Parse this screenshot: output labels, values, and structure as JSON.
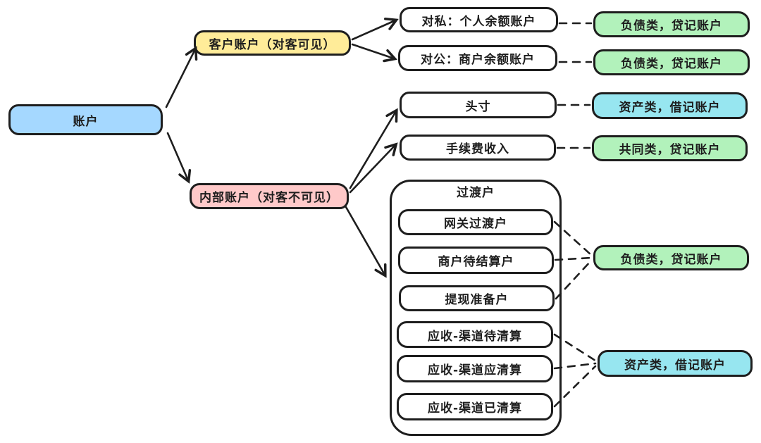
{
  "colors": {
    "background": "#ffffff",
    "stroke": "#1e1e1e",
    "root_fill": "#a5d8ff",
    "customer_fill": "#ffec99",
    "internal_fill": "#ffc9c9",
    "liability_fill": "#b2f2bb",
    "asset_fill": "#97e6f0"
  },
  "nodes": {
    "root": "账户",
    "customer_account": "客户账户（对客可见）",
    "internal_account": "内部账户（对客不可见）",
    "personal_balance": "对私：个人余额账户",
    "merchant_balance": "对公：商户余额账户",
    "position": "头寸",
    "fee_income": "手续费收入",
    "transition_group": "过渡户",
    "gateway_transition": "网关过渡户",
    "merchant_pending_settlement": "商户待结算户",
    "withdrawal_reserve": "提现准备户",
    "receivable_channel_pending": "应收-渠道待清算",
    "receivable_channel_due": "应收-渠道应清算",
    "receivable_channel_cleared": "应收-渠道已清算",
    "liability_credit_top1": "负债类，贷记账户",
    "liability_credit_top2": "负债类，贷记账户",
    "asset_debit_top": "资产类，借记账户",
    "common_credit": "共同类，贷记账户",
    "liability_credit_bottom": "负债类，贷记账户",
    "asset_debit_bottom": "资产类，借记账户"
  },
  "edges": {
    "solid": [
      [
        "root",
        "customer_account"
      ],
      [
        "root",
        "internal_account"
      ],
      [
        "customer_account",
        "personal_balance"
      ],
      [
        "customer_account",
        "merchant_balance"
      ],
      [
        "internal_account",
        "position"
      ],
      [
        "internal_account",
        "fee_income"
      ],
      [
        "internal_account",
        "transition_group"
      ]
    ],
    "dashed": [
      [
        "personal_balance",
        "liability_credit_top1"
      ],
      [
        "merchant_balance",
        "liability_credit_top2"
      ],
      [
        "position",
        "asset_debit_top"
      ],
      [
        "fee_income",
        "common_credit"
      ],
      [
        "gateway_transition",
        "liability_credit_bottom"
      ],
      [
        "merchant_pending_settlement",
        "liability_credit_bottom"
      ],
      [
        "withdrawal_reserve",
        "liability_credit_bottom"
      ],
      [
        "receivable_channel_pending",
        "asset_debit_bottom"
      ],
      [
        "receivable_channel_due",
        "asset_debit_bottom"
      ],
      [
        "receivable_channel_cleared",
        "asset_debit_bottom"
      ]
    ]
  }
}
